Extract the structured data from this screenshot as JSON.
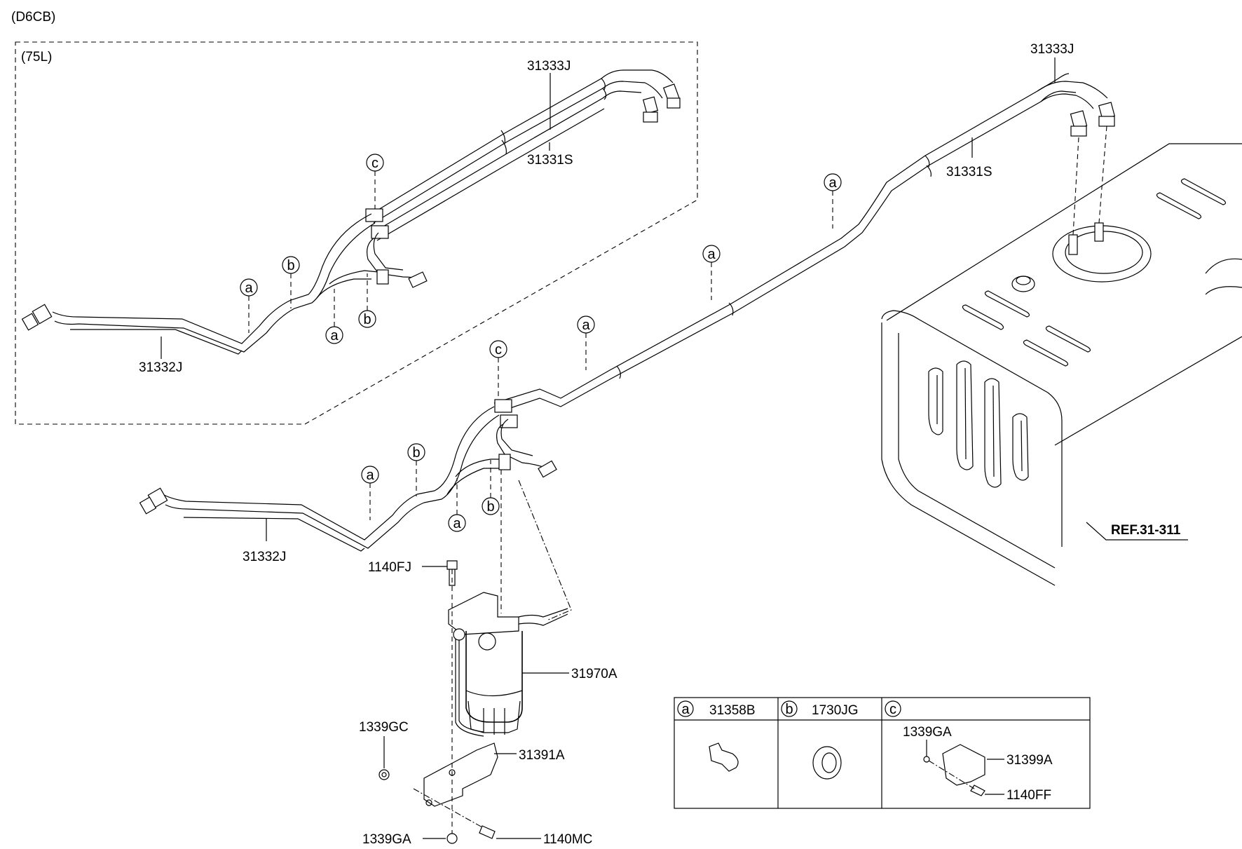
{
  "header": {
    "model_code": "(D6CB)",
    "inset_label": "(75L)"
  },
  "parts": {
    "inset_feed_hose": "31333J",
    "inset_return_hose": "31331S",
    "inset_tube": "31332J",
    "main_feed_hose": "31333J",
    "main_return_hose": "31331S",
    "main_tube": "31332J",
    "bolt_top": "1140FJ",
    "fuel_filter": "31970A",
    "nut_left": "1339GC",
    "bracket": "31391A",
    "nut_bottom": "1339GA",
    "bolt_bottom": "1140MC",
    "tank_ref": "REF.31-311"
  },
  "callouts": {
    "a": "a",
    "b": "b",
    "c": "c"
  },
  "legend_table": {
    "columns": [
      {
        "key": "a",
        "part": "31358B"
      },
      {
        "key": "b",
        "part": "1730JG"
      },
      {
        "key": "c",
        "part": ""
      }
    ],
    "c_parts": {
      "nut": "1339GA",
      "bracket": "31399A",
      "bolt": "1140FF"
    }
  }
}
